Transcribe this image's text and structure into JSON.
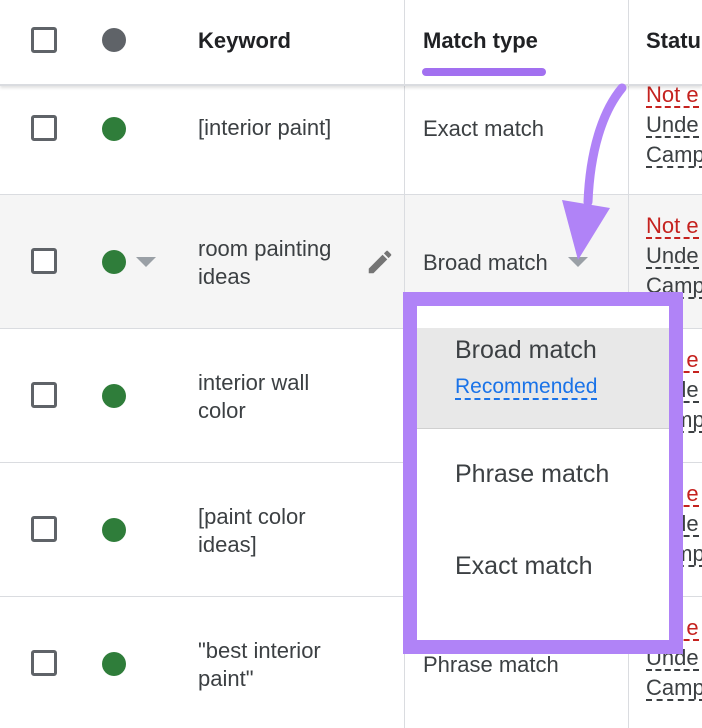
{
  "header": {
    "keyword": "Keyword",
    "match_type": "Match type",
    "status": "Statu"
  },
  "rows": [
    {
      "keyword": "[interior paint]",
      "match_type": "Exact match",
      "status": [
        "Not e",
        "Unde",
        "Camp"
      ]
    },
    {
      "keyword": "room painting ideas",
      "match_type": "Broad match",
      "status": [
        "Not e",
        "Unde",
        "Camp"
      ]
    },
    {
      "keyword": "interior wall color",
      "match_type": "",
      "status": [
        "Not e",
        "Unde",
        "Camp"
      ]
    },
    {
      "keyword": "[paint color ideas]",
      "match_type": "",
      "status": [
        "Not e",
        "Unde",
        "Camp"
      ]
    },
    {
      "keyword": "\"best interior paint\"",
      "match_type": "Phrase match",
      "status": [
        "Not e",
        "Unde",
        "Camp"
      ]
    }
  ],
  "dropdown": {
    "options": [
      {
        "label": "Broad match",
        "note": "Recommended",
        "selected": true
      },
      {
        "label": "Phrase match"
      },
      {
        "label": "Exact match"
      }
    ]
  },
  "colors": {
    "accent_purple": "#b083f7",
    "status_green": "#2f7d3a",
    "error_red": "#c5221f",
    "link_blue": "#1a73e8"
  }
}
